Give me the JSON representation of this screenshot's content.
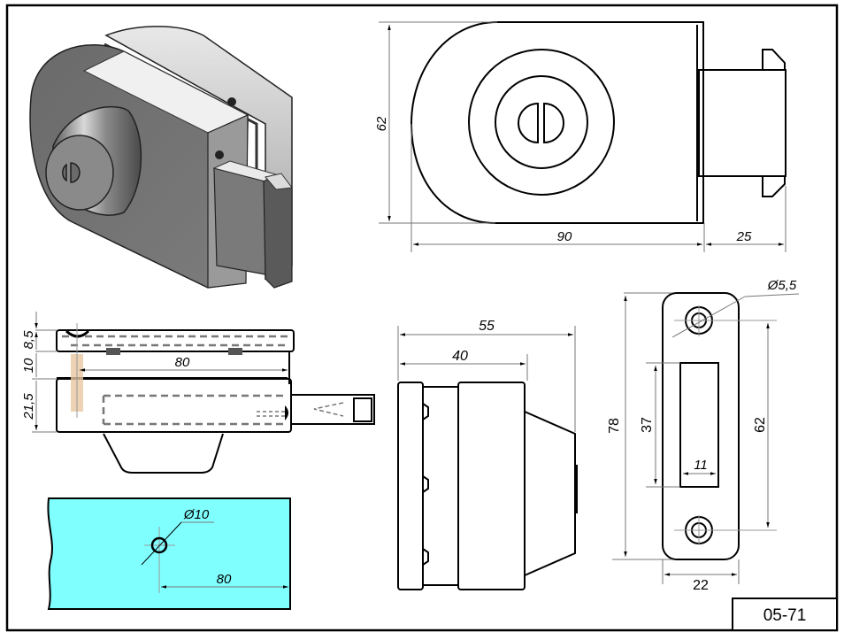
{
  "drawing": {
    "code": "05-71",
    "subject": "Glass door lock with strike plate"
  },
  "colors": {
    "glass_fill": "#80ffff",
    "line": "#000000",
    "dimension_line": "#777777"
  },
  "views": {
    "isometric": {
      "label": "isometric-render"
    },
    "front": {
      "height_label": "62",
      "body_width_label": "90",
      "bolt_length_label": "25"
    },
    "top_section": {
      "top_plate_label": "8,5",
      "glass_gap_label": "10",
      "body_label": "21,5",
      "hole_offset_label": "80"
    },
    "side": {
      "overall_depth_label": "55",
      "body_depth_label": "40"
    },
    "strike_plate": {
      "hole_diameter_label": "Ø5,5",
      "height_label": "78",
      "hole_spacing_label": "62",
      "slot_height_label": "37",
      "slot_width_label": "11",
      "width_label": "22"
    },
    "glass_cutout": {
      "hole_diameter_label": "Ø10",
      "edge_offset_label": "80"
    }
  }
}
